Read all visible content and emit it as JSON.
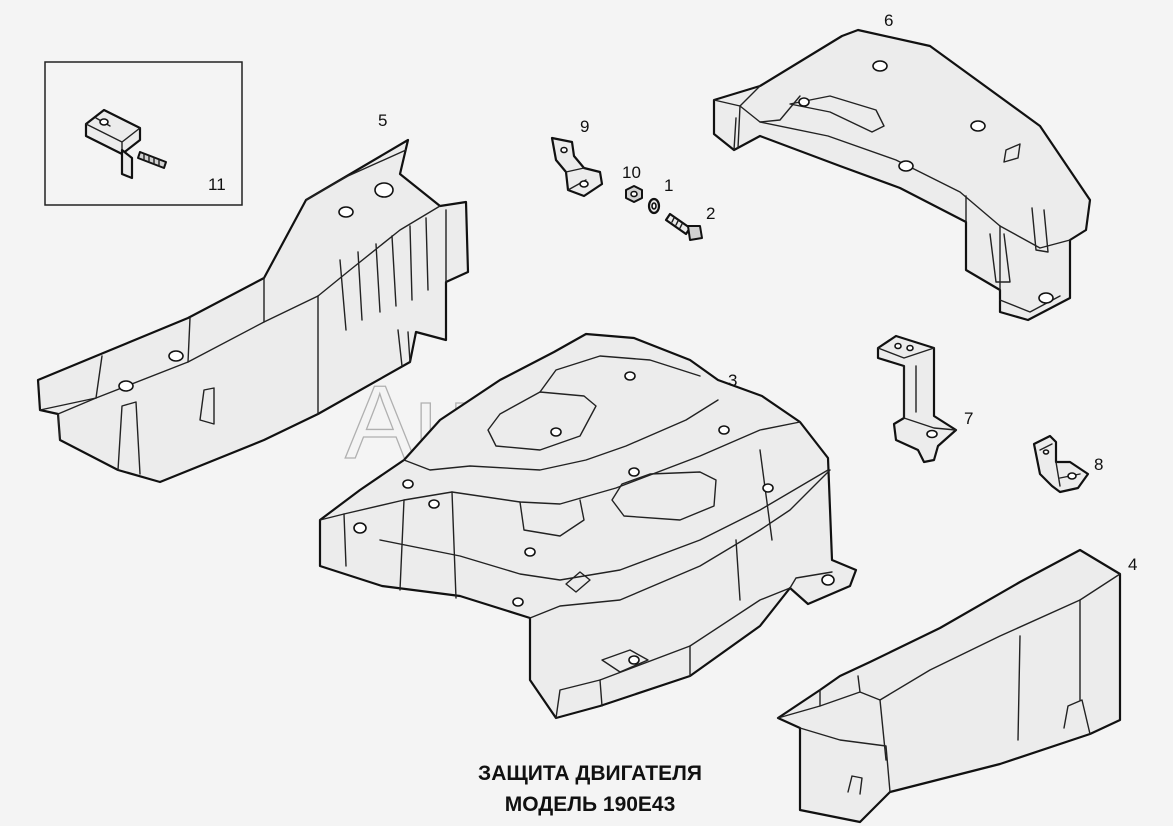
{
  "watermark": "AutoSoft",
  "caption": {
    "line1": "ЗАЩИТА ДВИГАТЕЛЯ",
    "line2": "МОДЕЛЬ 190E43"
  },
  "callouts": {
    "c1": "1",
    "c2": "2",
    "c3": "3",
    "c4": "4",
    "c5": "5",
    "c6": "6",
    "c7": "7",
    "c8": "8",
    "c9": "9",
    "c10": "10",
    "c11": "11"
  }
}
